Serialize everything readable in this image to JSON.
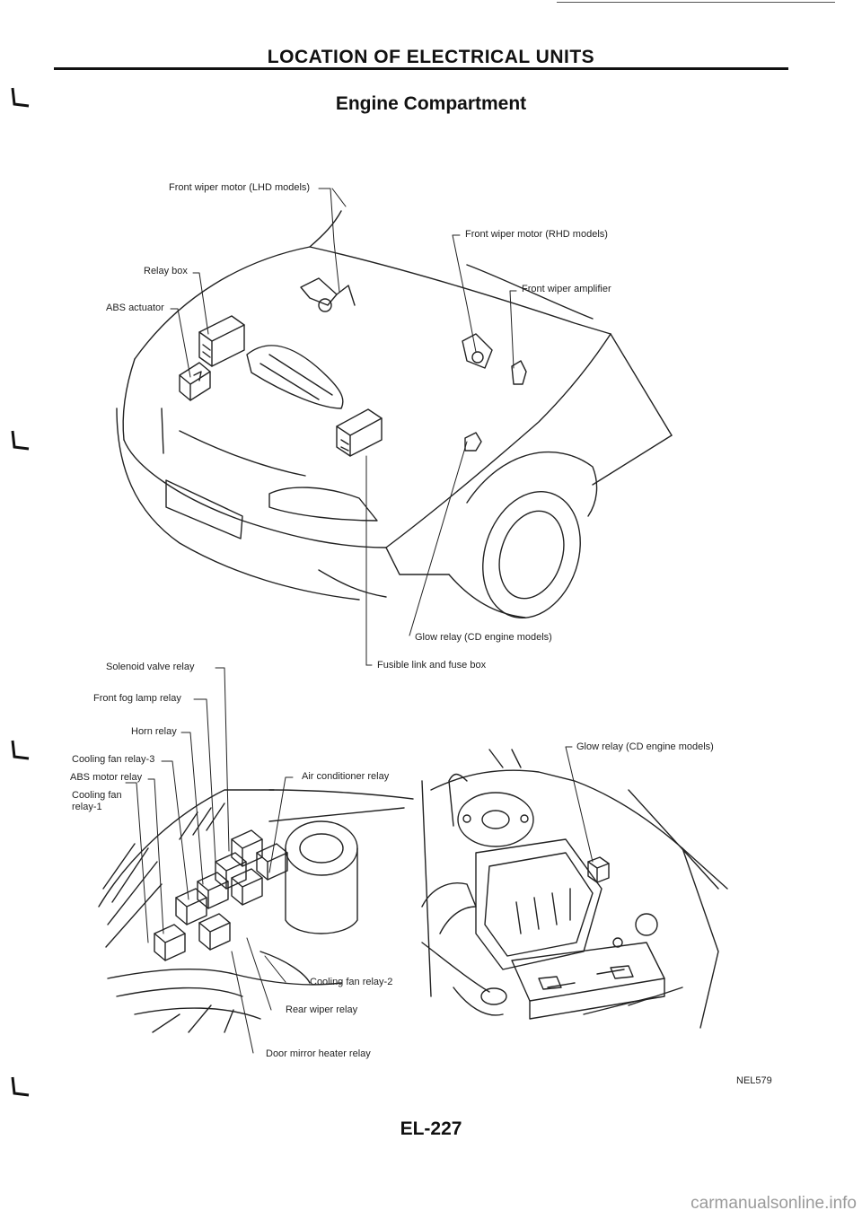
{
  "header": {
    "title": "LOCATION OF ELECTRICAL UNITS",
    "subtitle": "Engine Compartment"
  },
  "top_diagram": {
    "labels": {
      "front_wiper_motor_lhd": "Front wiper motor (LHD models)",
      "front_wiper_motor_rhd": "Front wiper motor (RHD models)",
      "relay_box": "Relay box",
      "front_wiper_amplifier": "Front wiper amplifier",
      "abs_actuator": "ABS actuator",
      "glow_relay": "Glow relay (CD engine models)",
      "fusible_link": "Fusible link and fuse box"
    }
  },
  "bottom_left_diagram": {
    "labels": {
      "solenoid_valve_relay": "Solenoid valve relay",
      "front_fog_lamp_relay": "Front fog lamp relay",
      "horn_relay": "Horn relay",
      "cooling_fan_relay_3": "Cooling fan relay-3",
      "abs_motor_relay": "ABS motor relay",
      "air_conditioner_relay": "Air conditioner relay",
      "cooling_fan_relay_1_line1": "Cooling fan",
      "cooling_fan_relay_1_line2": "relay-1",
      "cooling_fan_relay_2": "Cooling fan relay-2",
      "rear_wiper_relay": "Rear wiper relay",
      "door_mirror_heater_relay": "Door mirror heater relay"
    }
  },
  "bottom_right_diagram": {
    "labels": {
      "glow_relay": "Glow relay (CD engine models)"
    }
  },
  "footer": {
    "figure_code": "NEL579",
    "page_number": "EL-227",
    "watermark": "carmanualsonline.info"
  }
}
